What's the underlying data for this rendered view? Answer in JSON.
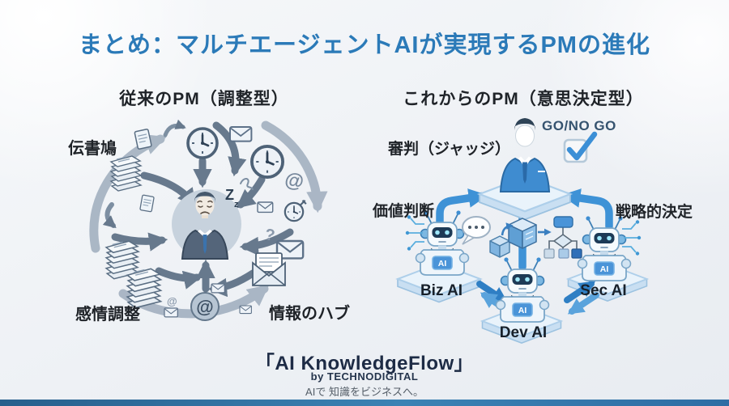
{
  "title": "まとめ：マルチエージェントAIが実現するPMの進化",
  "left_panel": {
    "heading": "従来のPM（調整型）",
    "label_pigeon": "伝書鳩",
    "label_emotion": "感情調整",
    "label_hub": "情報のハブ",
    "z_large": "Z",
    "z_small": "z",
    "at": "@",
    "question": "?"
  },
  "right_panel": {
    "heading": "これからのPM（意思決定型）",
    "label_judge": "審判（ジャッジ）",
    "label_go": "GO/NO GO",
    "label_value": "価値判断",
    "label_strategy": "戦略的決定",
    "agents": [
      {
        "name": "Biz AI",
        "badge": "AI"
      },
      {
        "name": "Dev AI",
        "badge": "AI"
      },
      {
        "name": "Sec AI",
        "badge": "AI"
      }
    ]
  },
  "footer": {
    "brand": "「AI KnowledgeFlow」",
    "byline": "by TECHNODIGITAL",
    "tagline": "AIで 知識をビジネスへ。"
  },
  "colors": {
    "title_blue": "#2b7ab8",
    "accent_blue": "#3e92d6",
    "go_text": "#35536f",
    "diagram_gray": "#67798d",
    "bar_blue": "#2e6da4"
  }
}
